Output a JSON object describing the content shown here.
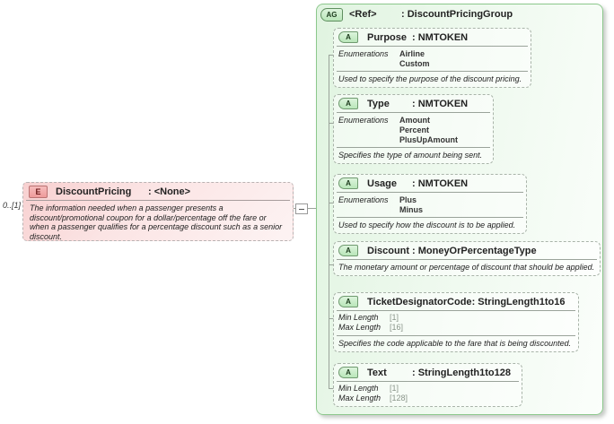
{
  "colors": {
    "group_border_green": "#8cc88c",
    "badge_green_fill": "#b9e6b9",
    "element_pink_fill": "#f8d0d0",
    "element_badge_pink": "#ee9a9a",
    "connector_gray": "#9aa39a"
  },
  "element": {
    "multiplicity": "0..[1]",
    "badge": "E",
    "name": "DiscountPricing",
    "type_label": ": <None>",
    "doc": "The information needed when a passenger presents a discount/promotional coupon for a dollar/percentage off the fare or when a passenger qualifies for a percentage discount such as a senior discount."
  },
  "group": {
    "badge": "AG",
    "name": "<Ref>",
    "type_label": ": DiscountPricingGroup",
    "enumerations_label": "Enumerations",
    "attributes": [
      {
        "badge": "A",
        "name": "Purpose",
        "type_label": ": NMTOKEN",
        "enums": [
          "Airline",
          "Custom"
        ],
        "doc": "Used to specify the purpose of the discount pricing."
      },
      {
        "badge": "A",
        "name": "Type",
        "type_label": ": NMTOKEN",
        "enums": [
          "Amount",
          "Percent",
          "PlusUpAmount"
        ],
        "doc": "Specifies the type of amount being sent."
      },
      {
        "badge": "A",
        "name": "Usage",
        "type_label": ": NMTOKEN",
        "enums": [
          "Plus",
          "Minus"
        ],
        "doc": "Used to specify how the discount is to be applied."
      },
      {
        "badge": "A",
        "name": "Discount",
        "type_label": ": MoneyOrPercentageType",
        "doc": "The monetary amount or percentage of discount that should be applied."
      },
      {
        "badge": "A",
        "name": "TicketDesignatorCode",
        "type_label": ": StringLength1to16",
        "facets": [
          {
            "label": "Min Length",
            "value": "[1]"
          },
          {
            "label": "Max Length",
            "value": "[16]"
          }
        ],
        "doc": "Specifies the code applicable to the fare that is being discounted."
      },
      {
        "badge": "A",
        "name": "Text",
        "type_label": ": StringLength1to128",
        "facets": [
          {
            "label": "Min Length",
            "value": "[1]"
          },
          {
            "label": "Max Length",
            "value": "[128]"
          }
        ]
      }
    ]
  }
}
